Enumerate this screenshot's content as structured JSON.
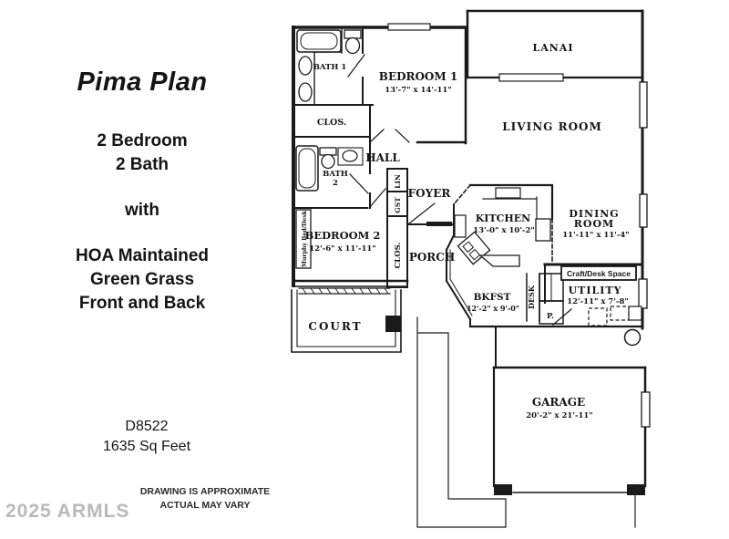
{
  "panel": {
    "title": "Pima Plan",
    "subtitle_lines": [
      "2 Bedroom",
      "2 Bath"
    ],
    "with_text": "with",
    "feature_lines": [
      "HOA Maintained",
      "Green Grass",
      "Front and Back"
    ],
    "model": "D8522",
    "sqft": "1635 Sq Feet",
    "disclaimer": [
      "DRAWING IS APPROXIMATE",
      "ACTUAL MAY VARY"
    ],
    "watermark": "2025 ARMLS"
  },
  "plan": {
    "lanai": "LANAI",
    "living": "LIVING ROOM",
    "bedroom1": {
      "name": "BEDROOM 1",
      "dims": "13'-7\" x 14'-11\""
    },
    "bath1": "BATH 1",
    "clos_hall": "CLOS.",
    "hall": "HALL",
    "bath2": {
      "l1": "BATH",
      "l2": "2"
    },
    "bedroom2": {
      "name": "BEDROOM 2",
      "dims": "12'-6\" x 11'-11\""
    },
    "murphy": "Murphy Bed/Desk",
    "lin": "LIN",
    "gst": "GST",
    "clos_vert": "CLOS.",
    "foyer": "FOYER",
    "porch": "PORCH",
    "court": "COURT",
    "kitchen": {
      "name": "KITCHEN",
      "dims": "13'-0\" x 10'-2\""
    },
    "dining": {
      "l1": "DINING",
      "l2": "ROOM",
      "dims": "11'-11\" x 11'-4\""
    },
    "craft": "Craft/Desk Space",
    "utility": {
      "name": "UTILITY",
      "dims": "12'-11\" x 7'-8\""
    },
    "bkfst": {
      "name": "BKFST",
      "dims": "12'-2\" x 9'-0\""
    },
    "desk": "DESK",
    "pantry": "P.",
    "garage": {
      "name": "GARAGE",
      "dims": "20'-2\" x 21'-11\""
    }
  },
  "colors": {
    "ink": "#1a1a1a",
    "watermark": "#b9b9b9"
  }
}
